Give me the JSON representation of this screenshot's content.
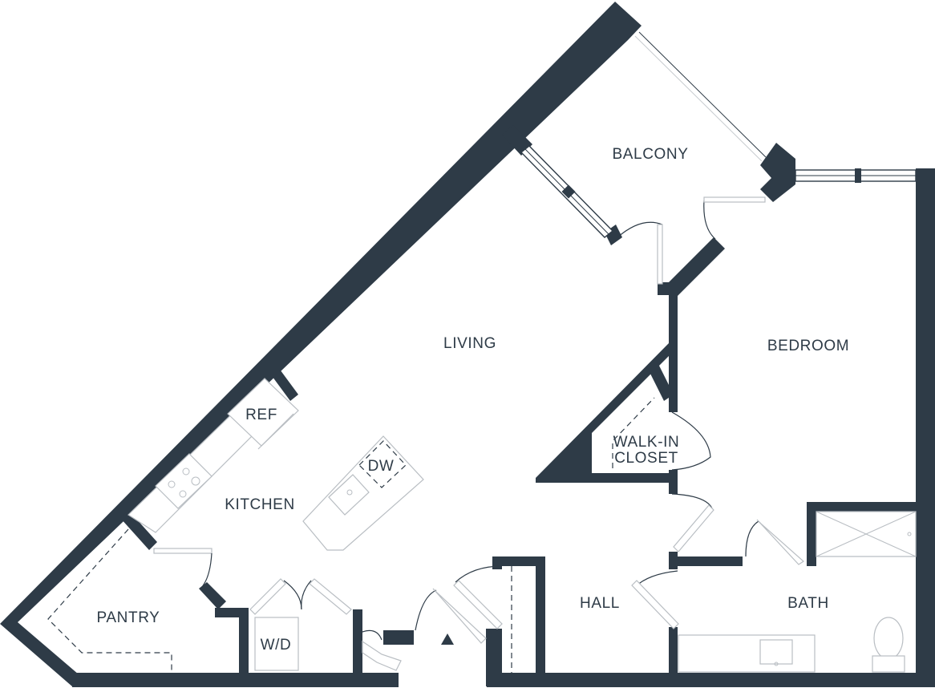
{
  "rooms": {
    "balcony": "BALCONY",
    "living": "LIVING",
    "bedroom": "BEDROOM",
    "ref": "REF",
    "dw": "DW",
    "kitchen": "KITCHEN",
    "walk_in_closet_line1": "WALK-IN",
    "walk_in_closet_line2": "CLOSET",
    "pantry": "PANTRY",
    "wd": "W/D",
    "hall": "HALL",
    "bath": "BATH"
  },
  "colors": {
    "wall": "#2e3b47",
    "fixture_stroke": "#b9bec3",
    "background": "#ffffff"
  },
  "icons": {
    "entry_marker": "triangle-up-icon"
  }
}
